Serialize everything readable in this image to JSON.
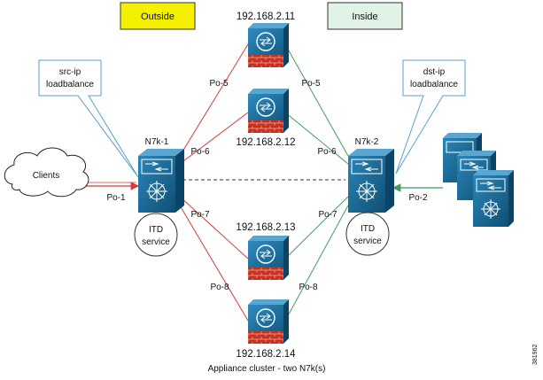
{
  "zones": {
    "outside": "Outside",
    "inside": "Inside"
  },
  "callouts": {
    "left": {
      "line1": "src-ip",
      "line2": "loadbalance"
    },
    "right": {
      "line1": "dst-ip",
      "line2": "loadbalance"
    }
  },
  "switches": {
    "left": "N7k-1",
    "right": "N7k-2"
  },
  "clients_label": "Clients",
  "itd": {
    "line1": "ITD",
    "line2": "service"
  },
  "appliances": [
    {
      "ip": "192.168.2.11",
      "left_po": "Po-5",
      "right_po": "Po-5"
    },
    {
      "ip": "192.168.2.12",
      "left_po": "Po-6",
      "right_po": "Po-6"
    },
    {
      "ip": "192.168.2.13",
      "left_po": "Po-7",
      "right_po": "Po-7"
    },
    {
      "ip": "192.168.2.14",
      "left_po": "Po-8",
      "right_po": "Po-8"
    }
  ],
  "links": {
    "clients_po": "Po-1",
    "servers_po": "Po-2"
  },
  "caption": "Appliance cluster - two N7k(s)",
  "figure_id": "381962",
  "colors": {
    "outside_fill": "#f5f000",
    "inside_fill": "#e1f3e6",
    "red_link": "#d63a3a",
    "green_link": "#3f9e5a",
    "device_blue": "#1b6f9e",
    "device_dark": "#0f4f73",
    "firewall_red": "#c7301f",
    "callout_stroke": "#5a9fc8"
  }
}
